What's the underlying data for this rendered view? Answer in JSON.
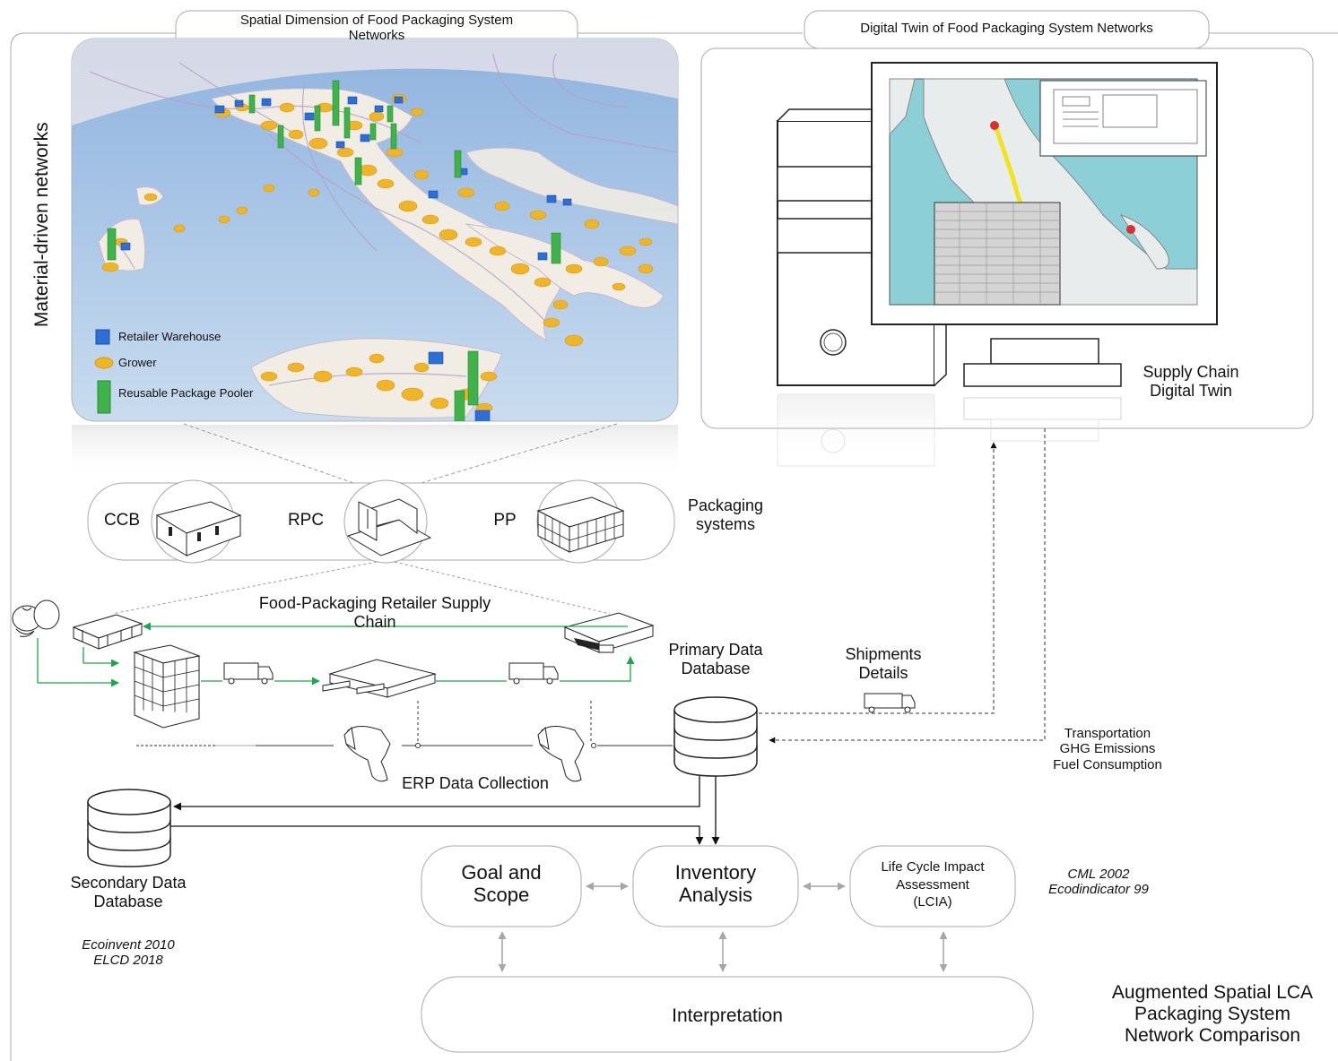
{
  "headers": {
    "spatial_line1": "Spatial Dimension of Food Packaging System",
    "spatial_line2": "Networks",
    "twin": "Digital Twin of Food Packaging System Networks"
  },
  "side_label": "Material-driven networks",
  "map_legend": {
    "retailer": "Retailer Warehouse",
    "grower": "Grower",
    "pooler": "Reusable Package Pooler"
  },
  "colors": {
    "retailer": "#2d6fd6",
    "grower": "#f0b428",
    "pooler": "#3fb24a",
    "flow": "#1aa84a",
    "box_stroke": "#a9a9a9"
  },
  "digital_twin_label": {
    "line1": "Supply Chain",
    "line2": "Digital Twin"
  },
  "packaging": {
    "items": [
      "CCB",
      "RPC",
      "PP"
    ],
    "title_line1": "Packaging",
    "title_line2": "systems"
  },
  "supply_chain": {
    "line1": "Food-Packaging Retailer Supply",
    "line2": "Chain"
  },
  "primary_db": {
    "line1": "Primary Data",
    "line2": "Database"
  },
  "shipments": {
    "line1": "Shipments",
    "line2": "Details"
  },
  "transport": {
    "line1": "Transportation",
    "line2": "GHG Emissions",
    "line3": "Fuel Consumption"
  },
  "erp": "ERP Data Collection",
  "secondary_db": {
    "line1": "Secondary Data",
    "line2": "Database",
    "ref1": "Ecoinvent 2010",
    "ref2": "ELCD 2018"
  },
  "lca": {
    "goal_line1": "Goal and",
    "goal_line2": "Scope",
    "inventory_line1": "Inventory",
    "inventory_line2": "Analysis",
    "lcia_line1": "Life Cycle Impact",
    "lcia_line2": "Assessment",
    "lcia_line3": "(LCIA)",
    "methods1": "CML 2002",
    "methods2": "Ecodindicator 99",
    "interpretation": "Interpretation"
  },
  "summary": {
    "line1": "Augmented Spatial LCA",
    "line2": "Packaging System",
    "line3": "Network Comparison"
  }
}
